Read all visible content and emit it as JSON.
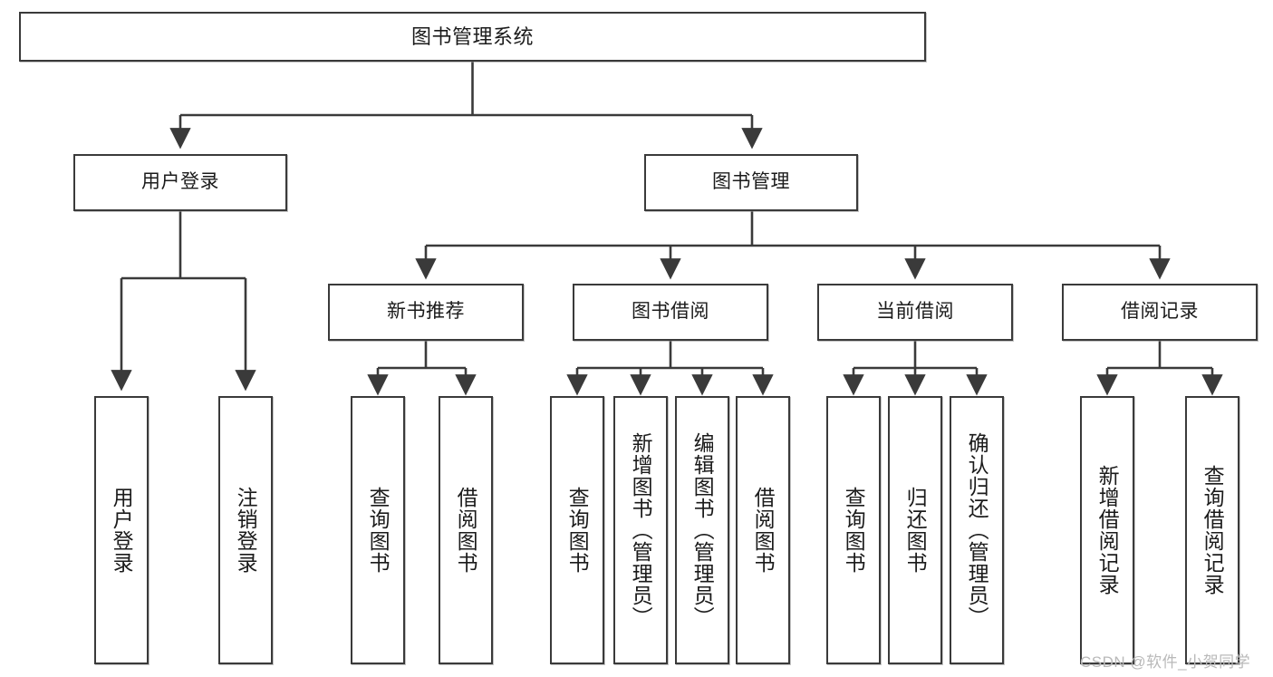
{
  "diagram": {
    "title": "图书管理系统",
    "type": "functional-structure-tree",
    "line_color": "#3a3a3a",
    "box_fill": "#ffffff",
    "text_color": "#1b1b1b",
    "watermark": "CSDN @软件_小贺同学"
  },
  "nodes": {
    "root": {
      "label": "图书管理系统"
    },
    "level2": [
      {
        "label": "用户登录"
      },
      {
        "label": "图书管理"
      }
    ],
    "level3": [
      {
        "label": "新书推荐"
      },
      {
        "label": "图书借阅"
      },
      {
        "label": "当前借阅"
      },
      {
        "label": "借阅记录"
      }
    ],
    "leaves": {
      "user_login": [
        {
          "label": "用户登录"
        },
        {
          "label": "注销登录"
        }
      ],
      "new_book": [
        {
          "label": "查询图书"
        },
        {
          "label": "借阅图书"
        }
      ],
      "book_lending": [
        {
          "label": "查询图书"
        },
        {
          "label": "新增图书（管理员）"
        },
        {
          "label": "编辑图书（管理员）"
        },
        {
          "label": "借阅图书"
        }
      ],
      "current_lending": [
        {
          "label": "查询图书"
        },
        {
          "label": "归还图书"
        },
        {
          "label": "确认归还（管理员）"
        }
      ],
      "lending_record": [
        {
          "label": "新增借阅记录"
        },
        {
          "label": "查询借阅记录"
        }
      ]
    }
  }
}
